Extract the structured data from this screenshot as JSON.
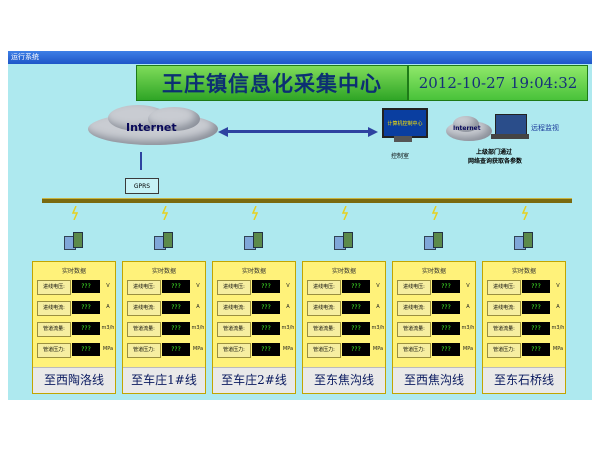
{
  "window": {
    "titlebar_text": "运行系统"
  },
  "header": {
    "title": "王庄镇信息化采集中心",
    "clock": "2012-10-27 19:04:32"
  },
  "network": {
    "internet_left": "Internet",
    "internet_right": "Internet",
    "gprs": "GPRS",
    "control_room_monitor": "计算机控制中心",
    "control_room_label": "控制室",
    "remote_label": "远程监视",
    "remote_desc_line1": "上级部门通过",
    "remote_desc_line2": "网络查询获取各参数"
  },
  "colors": {
    "window_bg": "#aee9ef",
    "title_green": "#2fa526",
    "station_panel": "#fff27a",
    "readout_bg": "#000000",
    "readout_fg": "#46ff2a"
  },
  "stations": [
    {
      "header": "实时数据",
      "name": "至西陶洛线",
      "rows": [
        {
          "label": "进线电压:",
          "value": "???",
          "unit": "V"
        },
        {
          "label": "进线电流:",
          "value": "???",
          "unit": "A"
        },
        {
          "label": "管道流量:",
          "value": "???",
          "unit": "m3/h"
        },
        {
          "label": "管道压力:",
          "value": "???",
          "unit": "MPa"
        }
      ]
    },
    {
      "header": "实时数据",
      "name": "至车庄1#线",
      "rows": [
        {
          "label": "进线电压:",
          "value": "???",
          "unit": "V"
        },
        {
          "label": "进线电流:",
          "value": "???",
          "unit": "A"
        },
        {
          "label": "管道流量:",
          "value": "???",
          "unit": "m3/h"
        },
        {
          "label": "管道压力:",
          "value": "???",
          "unit": "MPa"
        }
      ]
    },
    {
      "header": "实时数据",
      "name": "至车庄2#线",
      "rows": [
        {
          "label": "进线电压:",
          "value": "???",
          "unit": "V"
        },
        {
          "label": "进线电流:",
          "value": "???",
          "unit": "A"
        },
        {
          "label": "管道流量:",
          "value": "???",
          "unit": "m3/h"
        },
        {
          "label": "管道压力:",
          "value": "???",
          "unit": "MPa"
        }
      ]
    },
    {
      "header": "实时数据",
      "name": "至东焦沟线",
      "rows": [
        {
          "label": "进线电压:",
          "value": "???",
          "unit": "V"
        },
        {
          "label": "进线电流:",
          "value": "???",
          "unit": "A"
        },
        {
          "label": "管道流量:",
          "value": "???",
          "unit": "m3/h"
        },
        {
          "label": "管道压力:",
          "value": "???",
          "unit": "MPa"
        }
      ]
    },
    {
      "header": "实时数据",
      "name": "至西焦沟线",
      "rows": [
        {
          "label": "进线电压:",
          "value": "???",
          "unit": "V"
        },
        {
          "label": "进线电流:",
          "value": "???",
          "unit": "A"
        },
        {
          "label": "管道流量:",
          "value": "???",
          "unit": "m3/h"
        },
        {
          "label": "管道压力:",
          "value": "???",
          "unit": "MPa"
        }
      ]
    },
    {
      "header": "实时数据",
      "name": "至东石桥线",
      "rows": [
        {
          "label": "进线电压:",
          "value": "???",
          "unit": "V"
        },
        {
          "label": "进线电流:",
          "value": "???",
          "unit": "A"
        },
        {
          "label": "管道流量:",
          "value": "???",
          "unit": "m3/h"
        },
        {
          "label": "管道压力:",
          "value": "???",
          "unit": "MPa"
        }
      ]
    }
  ]
}
